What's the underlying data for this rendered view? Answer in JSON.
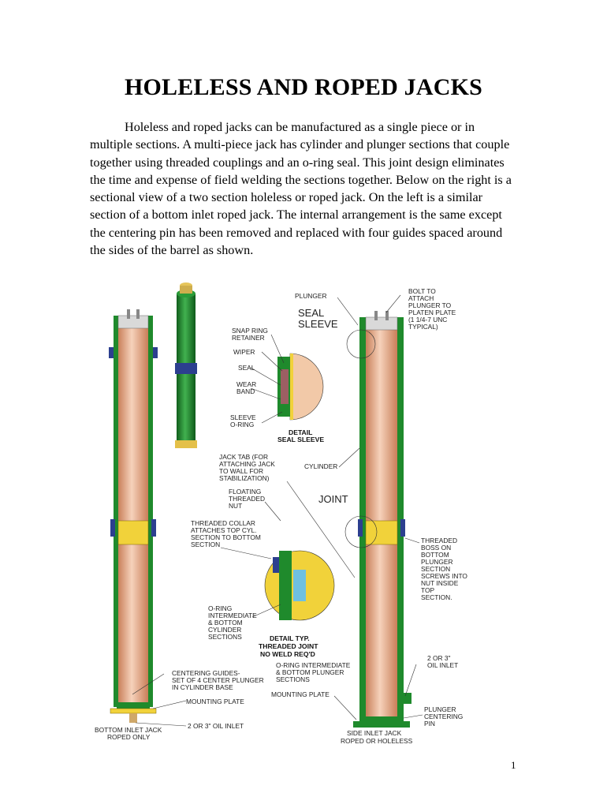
{
  "page": {
    "title": "HOLELESS AND ROPED JACKS",
    "paragraph": "Holeless and roped jacks can be manufactured as a single piece or in multiple sections. A multi-piece jack has cylinder and plunger sections that couple together using threaded couplings and an o-ring seal. This joint design eliminates the time and expense of field welding the sections together. Below on the right is a sectional view of a two section holeless or roped jack. On the left is a similar section of a bottom inlet roped jack. The internal arrangement is the same except the centering pin has been removed and replaced with four guides spaced around the sides of the barrel as shown.",
    "page_number": "1"
  },
  "figure": {
    "labels": {
      "plunger": "PLUNGER",
      "seal_sleeve_1": "SEAL",
      "seal_sleeve_2": "SLEEVE",
      "bolt_1": "BOLT TO",
      "bolt_2": "ATTACH",
      "bolt_3": "PLUNGER TO",
      "bolt_4": "PLATEN PLATE",
      "bolt_5": "(1 1/4-7 UNC",
      "bolt_6": "TYPICAL)",
      "snap_ring_1": "SNAP RING",
      "snap_ring_2": "RETAINER",
      "wiper": "WIPER",
      "seal": "SEAL",
      "wear_band_1": "WEAR",
      "wear_band_2": "BAND",
      "sleeve_oring_1": "SLEEVE",
      "sleeve_oring_2": "O-RING",
      "detail_seal_1": "DETAIL",
      "detail_seal_2": "SEAL SLEEVE",
      "jack_tab_1": "JACK TAB (FOR",
      "jack_tab_2": "ATTACHING JACK",
      "jack_tab_3": "TO WALL FOR",
      "jack_tab_4": "STABILIZATION)",
      "cylinder": "CYLINDER",
      "floating_1": "FLOATING",
      "floating_2": "THREADED",
      "floating_3": "NUT",
      "joint": "JOINT",
      "collar_1": "THREADED COLLAR",
      "collar_2": "ATTACHES TOP CYL.",
      "collar_3": "SECTION TO BOTTOM",
      "collar_4": "SECTION",
      "boss_1": "THREADED",
      "boss_2": "BOSS ON",
      "boss_3": "BOTTOM",
      "boss_4": "PLUNGER",
      "boss_5": "SECTION",
      "boss_6": "SCREWS INTO",
      "boss_7": "NUT INSIDE",
      "boss_8": "TOP",
      "boss_9": "SECTION.",
      "oring_int_1": "O-RING",
      "oring_int_2": "INTERMEDIATE",
      "oring_int_3": "& BOTTOM",
      "oring_int_4": "CYLINDER",
      "oring_int_5": "SECTIONS",
      "detail_joint_1": "DETAIL TYP.",
      "detail_joint_2": "THREADED JOINT",
      "detail_joint_3": "NO WELD REQ'D",
      "oring_plunger_1": "O-RING INTERMEDIATE",
      "oring_plunger_2": "& BOTTOM PLUNGER",
      "oring_plunger_3": "SECTIONS",
      "oil_inlet_side_1": "2 OR 3\"",
      "oil_inlet_side_2": "OIL INLET",
      "guides_1": "CENTERING GUIDES-",
      "guides_2": "SET OF 4 CENTER PLUNGER",
      "guides_3": "IN CYLINDER BASE",
      "mounting_plate_left": "MOUNTING PLATE",
      "mounting_plate_right": "MOUNTING PLATE",
      "oil_inlet_bottom": "2 OR 3\" OIL INLET",
      "pin_1": "PLUNGER",
      "pin_2": "CENTERING",
      "pin_3": "PIN",
      "bottom_inlet_1": "BOTTOM INLET JACK",
      "bottom_inlet_2": "ROPED ONLY",
      "side_inlet_1": "SIDE INLET JACK",
      "side_inlet_2": "ROPED OR HOLELESS"
    },
    "colors": {
      "cylinder_green": "#1f8a2c",
      "plunger_copper": "#e8a57f",
      "collar_yellow": "#f1d23a",
      "seal_blue": "#2c3f8f",
      "background": "#ffffff"
    }
  }
}
